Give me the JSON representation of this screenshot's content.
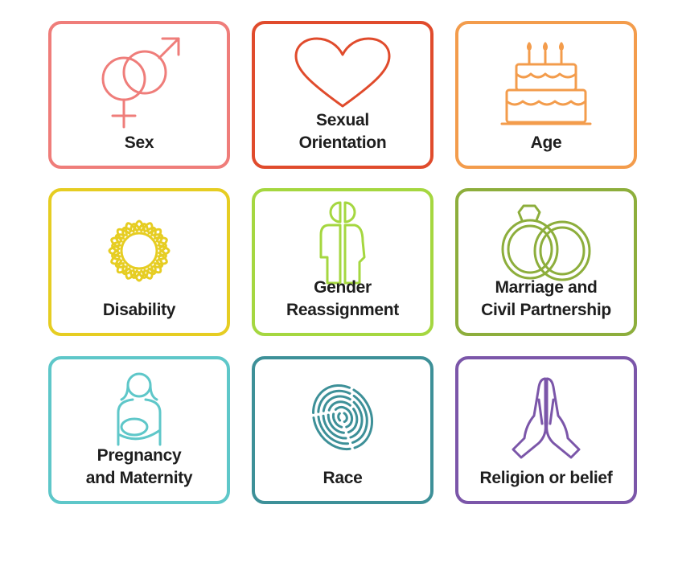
{
  "characteristics": [
    {
      "label": "Sex",
      "icon": "gender-symbols-icon",
      "color": "#ef7d7a"
    },
    {
      "label": "Sexual\nOrientation",
      "icon": "heart-icon",
      "color": "#e04b2c"
    },
    {
      "label": "Age",
      "icon": "birthday-cake-icon",
      "color": "#f39c4c"
    },
    {
      "label": "Disability",
      "icon": "sunflower-icon",
      "color": "#e6cd22"
    },
    {
      "label": "Gender\nReassignment",
      "icon": "split-person-icon",
      "color": "#a5d740"
    },
    {
      "label": "Marriage and\nCivil Partnership",
      "icon": "wedding-rings-icon",
      "color": "#8dae3c"
    },
    {
      "label": "Pregnancy\nand Maternity",
      "icon": "mother-baby-icon",
      "color": "#5ec7c9"
    },
    {
      "label": "Race",
      "icon": "fingerprint-icon",
      "color": "#3d9098"
    },
    {
      "label": "Religion or belief",
      "icon": "praying-hands-icon",
      "color": "#7b56a9"
    }
  ]
}
